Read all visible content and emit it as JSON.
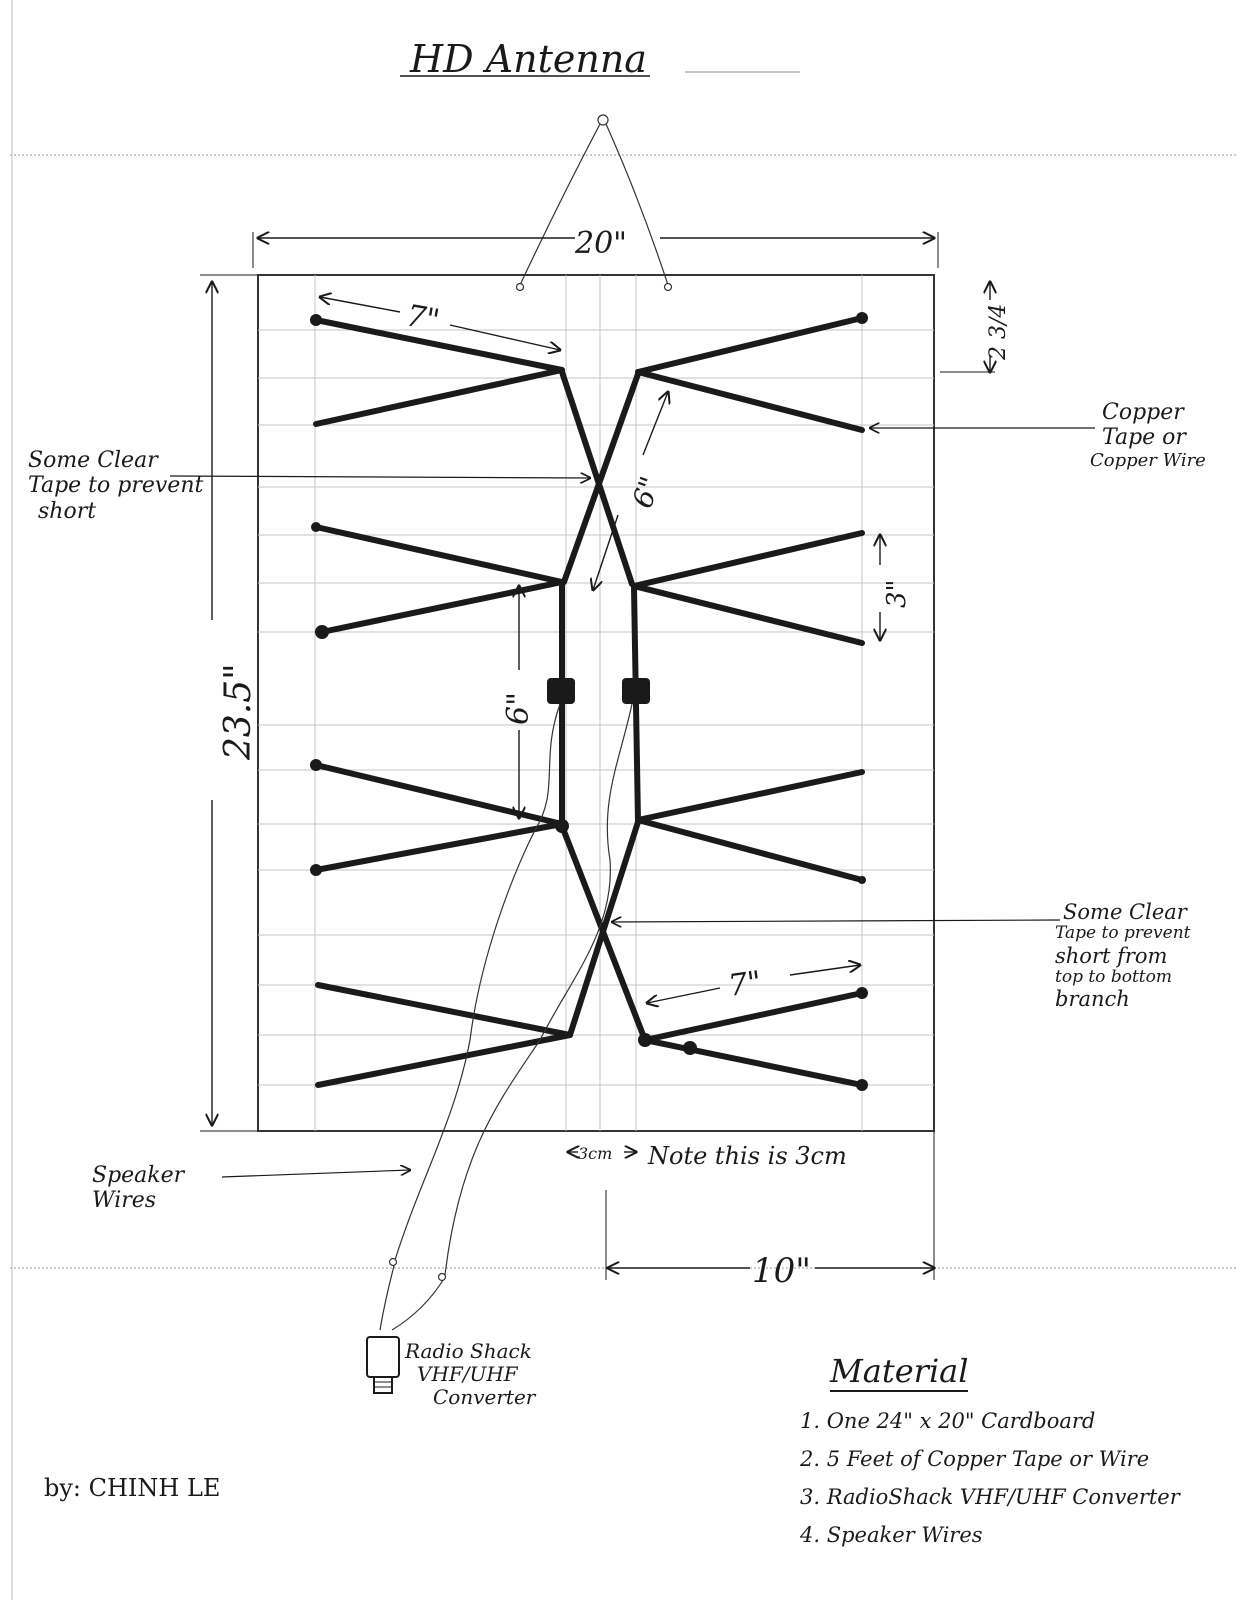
{
  "title": "HD Antenna",
  "dimensions": {
    "width_top": "20\"",
    "height_left": "23.5\"",
    "spacing_top": "2 3/4",
    "spacing_mid": "3\"",
    "element_top": "7\"",
    "element_bottom": "7\"",
    "diagonal": "6\"",
    "vertical": "6\"",
    "gap": "3cm",
    "half_width": "10\""
  },
  "labels": {
    "tape_left": [
      "Some Clear",
      "Tape to prevent",
      "short"
    ],
    "copper": [
      "Copper",
      "Tape or",
      "Copper Wire"
    ],
    "tape_right": [
      "Some Clear",
      "Tape to prevent",
      "short from",
      "top to bottom",
      "branch"
    ],
    "speaker": [
      "Speaker",
      "Wires"
    ],
    "converter": [
      "Radio Shack",
      "VHF/UHF",
      "Converter"
    ],
    "note": "Note this is 3cm",
    "author": "by: CHINH LE"
  },
  "materials": {
    "title": "Material",
    "items": [
      "1. One 24\" x 20\" Cardboard",
      "2. 5 Feet of Copper Tape or Wire",
      "3. RadioShack VHF/UHF Converter",
      "4. Speaker Wires"
    ]
  }
}
